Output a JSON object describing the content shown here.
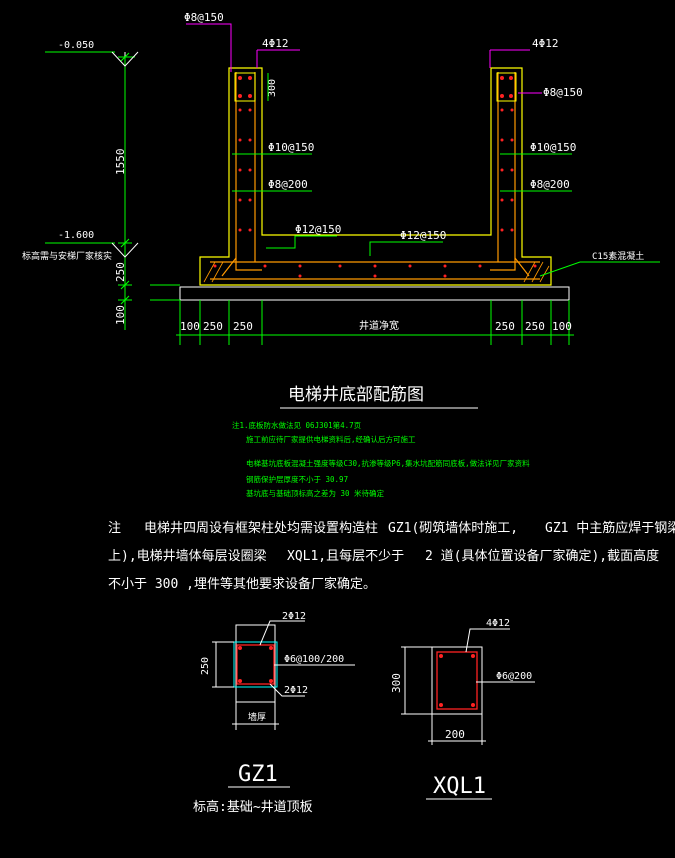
{
  "elevations": {
    "top": "-0.050",
    "bottom": "-1.600",
    "note": "标高需与安梯厂家核实"
  },
  "dims_vertical": {
    "pit_depth": "1550",
    "slab": "250",
    "pad": "100",
    "cap": "300"
  },
  "dims_horizontal": {
    "left": [
      "100",
      "250",
      "250"
    ],
    "center": "井道净宽",
    "right": [
      "250",
      "250",
      "100"
    ]
  },
  "rebar": {
    "stirrup_top": "Φ8@150",
    "top_bar_left": "4Φ12",
    "top_bar_right": "4Φ12",
    "stirrup_right": "Φ8@150",
    "wall_horizontal": "Φ10@150",
    "wall_vertical": "Φ8@200",
    "slab_left": "Φ12@150",
    "slab_right": "Φ12@150",
    "concrete": "C15素混凝土"
  },
  "title": "电梯井底部配筋图",
  "notes_small": [
    "注1.底板防水做法见 06J301第4.7页",
    "施工前应待厂家提供电梯资料后,经确认后方可施工",
    "电梯基坑底板混凝土强度等级C30,抗渗等级P6,集水坑配筋同底板,做法详见厂家资料",
    "钢筋保护层厚度不小于 30.97",
    "基坑底与基础顶标高之差为 30 米待确定"
  ],
  "note_main": {
    "line1": [
      "注",
      "电梯井四周设有框架柱处均需设置构造柱",
      "GZ1(砌筑墙体时施工,",
      "GZ1 中主筋应焊于钢梁"
    ],
    "line2": [
      "上),电梯井墙体每层设圈梁",
      "XQL1,且每层不少于",
      "2 道(具体位置设备厂家确定),截面高度"
    ],
    "line3": "不小于  300 ,埋件等其他要求设备厂家确定。"
  },
  "gz1": {
    "top_bar": "2Φ12",
    "bottom_bar": "2Φ12",
    "stirrup": "Φ6@100/200",
    "height": "250",
    "width": "墙厚",
    "name": "GZ1",
    "caption": "标高:基础~井道顶板"
  },
  "xql1": {
    "top_bar": "4Φ12",
    "stirrup": "Φ6@200",
    "height": "300",
    "width": "200",
    "name": "XQL1"
  }
}
